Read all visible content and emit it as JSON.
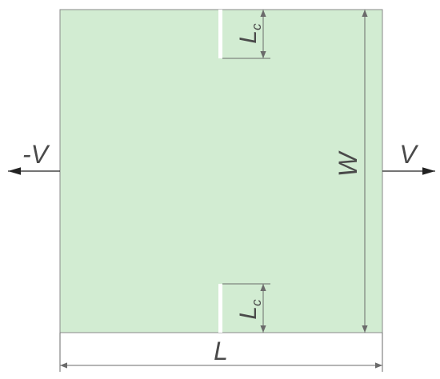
{
  "labels": {
    "left_velocity": "-V",
    "right_velocity": "V",
    "width": "W",
    "length": "L",
    "crack_length_main": "L",
    "crack_length_sub": "c"
  },
  "colors": {
    "plate_fill": "#d2ecd2",
    "plate_stroke": "#8a8a8a",
    "dimension_line": "#6b6b6b",
    "arrow": "#222222",
    "label_text": "#4a4a4a",
    "crack": "#ffffff"
  }
}
